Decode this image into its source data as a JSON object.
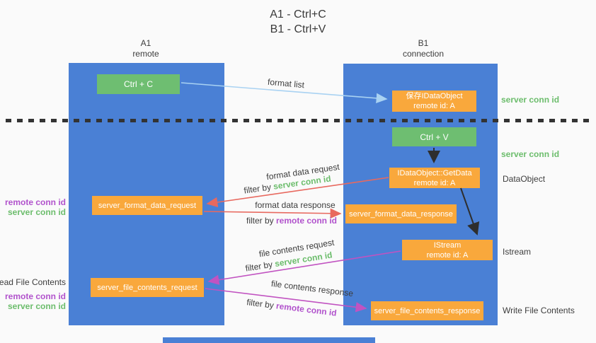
{
  "title": {
    "line1": "A1 - Ctrl+C",
    "line2": "B1 - Ctrl+V"
  },
  "columns": {
    "left": {
      "name": "A1",
      "role": "remote"
    },
    "right": {
      "name": "B1",
      "role": "connection"
    }
  },
  "nodes": {
    "ctrl_c": {
      "label": "Ctrl + C"
    },
    "save_idataobject": {
      "line1": "保存IDataObject",
      "line2": "remote id: A"
    },
    "ctrl_v": {
      "label": "Ctrl + V"
    },
    "getdata": {
      "line1": "IDataObject::GetData",
      "line2": "remote id: A"
    },
    "server_format_data_request": {
      "label": "server_format_data_request"
    },
    "server_format_data_response": {
      "label": "server_format_data_response"
    },
    "istream": {
      "line1": "IStream",
      "line2": "remote id: A"
    },
    "server_file_contents_request": {
      "label": "server_file_contents_request"
    },
    "server_file_contents_response": {
      "label": "server_file_contents_response"
    }
  },
  "flows": {
    "format_list": {
      "label": "format list"
    },
    "format_data_request": {
      "label": "format data request",
      "filter_prefix": "filter by ",
      "filter_key": "server conn id"
    },
    "format_data_response": {
      "label": "format data response",
      "filter_prefix": "filter by ",
      "filter_key": "remote conn id"
    },
    "file_contents_request": {
      "label": "file contents request",
      "filter_prefix": "filter by ",
      "filter_key": "server conn id"
    },
    "file_contents_response": {
      "label": "file contents response",
      "filter_prefix": "filter by ",
      "filter_key": "remote conn id"
    }
  },
  "left_annotations": {
    "format_remote_conn_id": "remote conn id",
    "format_server_conn_id": "server conn id",
    "read_file_contents": "Read File Contents",
    "file_remote_conn_id": "remote conn id",
    "file_server_conn_id": "server conn id"
  },
  "right_annotations": {
    "server_conn_id_top": "server conn id",
    "server_conn_id_mid": "server conn id",
    "dataobject": "DataObject",
    "istream": "Istream",
    "write_file_contents": "Write File Contents"
  },
  "colors": {
    "column_blue": "#4a80d5",
    "node_green": "#6ebe71",
    "node_orange": "#f9a83c",
    "arrow_light_blue": "#a9d2f2",
    "arrow_red": "#e8695f",
    "arrow_magenta": "#c153c1",
    "arrow_black": "#2e2e2e",
    "text_green": "#6cbd6c",
    "text_purple": "#b152cc",
    "text_dark": "#3d3d3d",
    "background": "#fafafa"
  }
}
